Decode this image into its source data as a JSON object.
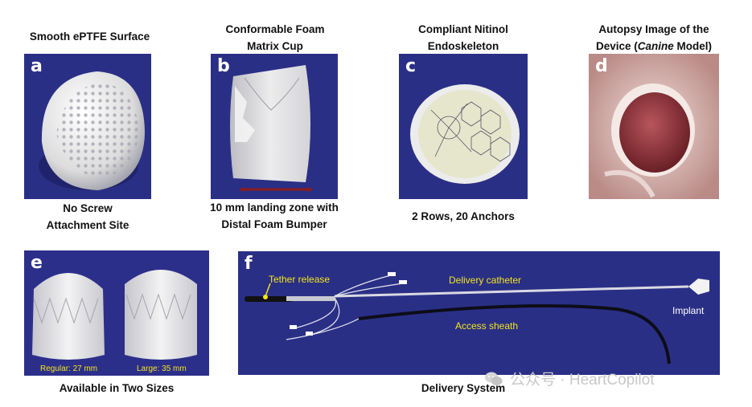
{
  "panels": {
    "a": {
      "label": "a",
      "title": "Smooth ePTFE Surface",
      "caption_line1": "No Screw",
      "caption_line2": "Attachment Site"
    },
    "b": {
      "label": "b",
      "title_line1": "Conformable Foam",
      "title_line2": "Matrix Cup",
      "caption_line1": "10 mm landing zone with",
      "caption_line2": "Distal Foam Bumper"
    },
    "c": {
      "label": "c",
      "title_line1": "Compliant Nitinol",
      "title_line2": "Endoskeleton",
      "caption": "2 Rows, 20 Anchors"
    },
    "d": {
      "label": "d",
      "title_line1": "Autopsy Image of the",
      "title_line2_pre": "Device (",
      "title_line2_italic": "Canine",
      "title_line2_post": " Model)"
    },
    "e": {
      "label": "e",
      "size_regular": "Regular: 27 mm",
      "size_large": "Large: 35 mm",
      "caption": "Available in Two Sizes"
    },
    "f": {
      "label": "f",
      "tether_release": "Tether release",
      "delivery_catheter": "Delivery catheter",
      "implant": "Implant",
      "access_sheath": "Access sheath",
      "caption": "Delivery System"
    }
  },
  "watermark": {
    "text": "公众号 · HeartCopilot",
    "icon": "wechat-icon"
  },
  "colors": {
    "panel_blue": "#2b2f8a",
    "annotation_yellow": "#f2e41d",
    "bracket_red": "#8a1c1c"
  }
}
